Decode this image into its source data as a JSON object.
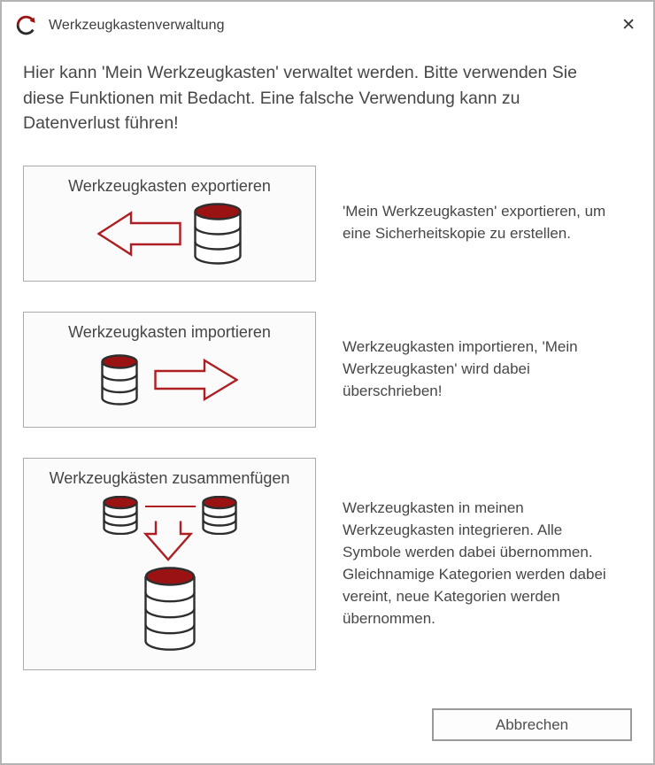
{
  "window": {
    "title": "Werkzeugkastenverwaltung",
    "icon": "circular-arrow-icon",
    "close_glyph": "✕"
  },
  "intro": "Hier kann 'Mein Werkzeugkasten' verwaltet werden. Bitte verwenden Sie diese Funktionen mit Bedacht. Eine falsche Verwendung kann zu Datenverlust führen!",
  "actions": [
    {
      "label": "Werkzeugkasten exportieren",
      "icon": "left-arrow-and-database-icon",
      "description": "'Mein Werkzeugkasten' exportieren, um eine Sicherheitskopie zu erstellen."
    },
    {
      "label": "Werkzeugkasten importieren",
      "icon": "database-and-right-arrow-icon",
      "description": "Werkzeugkasten importieren, 'Mein Werkzeugkasten' wird dabei überschrieben!"
    },
    {
      "label": "Werkzeugkästen zusammenfügen",
      "icon": "merge-databases-icon",
      "description": "Werkzeugkasten in meinen Werkzeugkasten integrieren. Alle Symbole werden dabei übernommen. Gleichnamige Kategorien werden dabei vereint, neue Kategorien werden übernommen."
    }
  ],
  "footer": {
    "cancel_label": "Abbrechen"
  },
  "colors": {
    "accent_red": "#ad1f23",
    "db_red": "#9a1212",
    "ink_dark": "#2e2e2e"
  }
}
